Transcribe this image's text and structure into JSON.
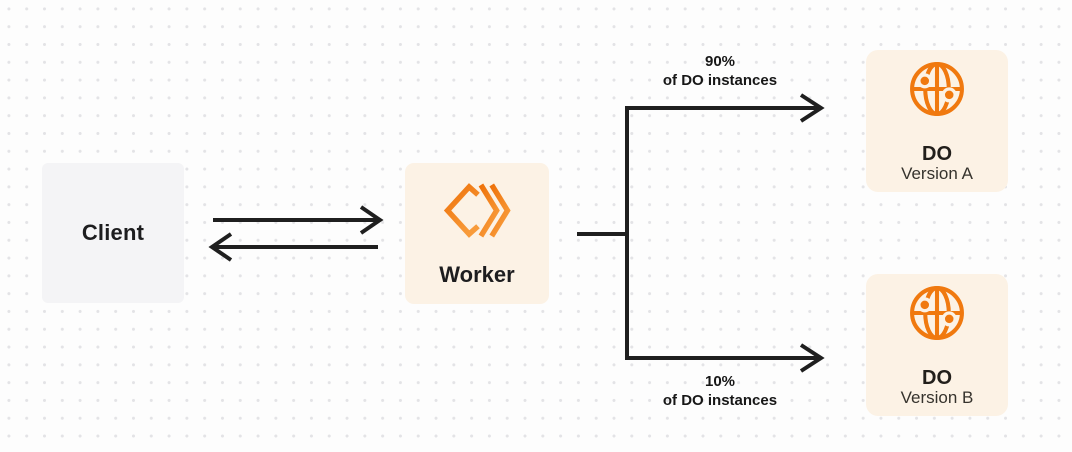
{
  "colors": {
    "background": "#fdfdfd",
    "grid_dot": "#e3e3e6",
    "arrow": "#1f1f1f",
    "orange_accent": "#f0790f",
    "cream_node_fill": "#fcf2e5",
    "gray_node_fill": "#f4f4f6",
    "text_primary": "#1d1d1f"
  },
  "nodes": {
    "client": {
      "label": "Client"
    },
    "worker": {
      "label": "Worker",
      "icon": "cloudflare-workers-icon"
    },
    "do_version_a": {
      "title": "DO",
      "subtitle": "Version A",
      "icon": "globe-icon"
    },
    "do_version_b": {
      "title": "DO",
      "subtitle": "Version B",
      "icon": "globe-icon"
    }
  },
  "edges": {
    "to_do_a": {
      "percent": "90%",
      "caption": "of DO instances"
    },
    "to_do_b": {
      "percent": "10%",
      "caption": "of DO instances"
    }
  }
}
